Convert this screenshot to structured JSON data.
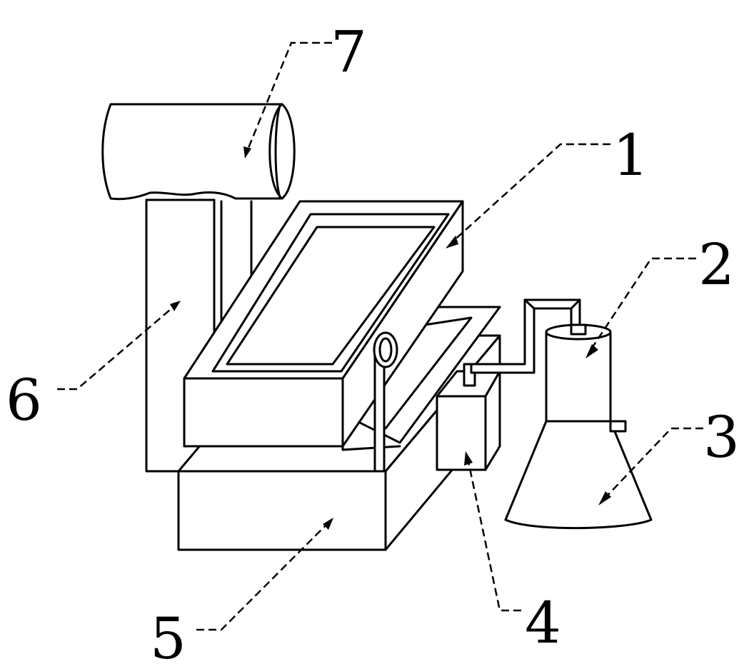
{
  "labels": {
    "l1": "1",
    "l2": "2",
    "l3": "3",
    "l4": "4",
    "l5": "5",
    "l6": "6",
    "l7": "7"
  },
  "colors": {
    "stroke": "#000000",
    "background": "#ffffff"
  }
}
